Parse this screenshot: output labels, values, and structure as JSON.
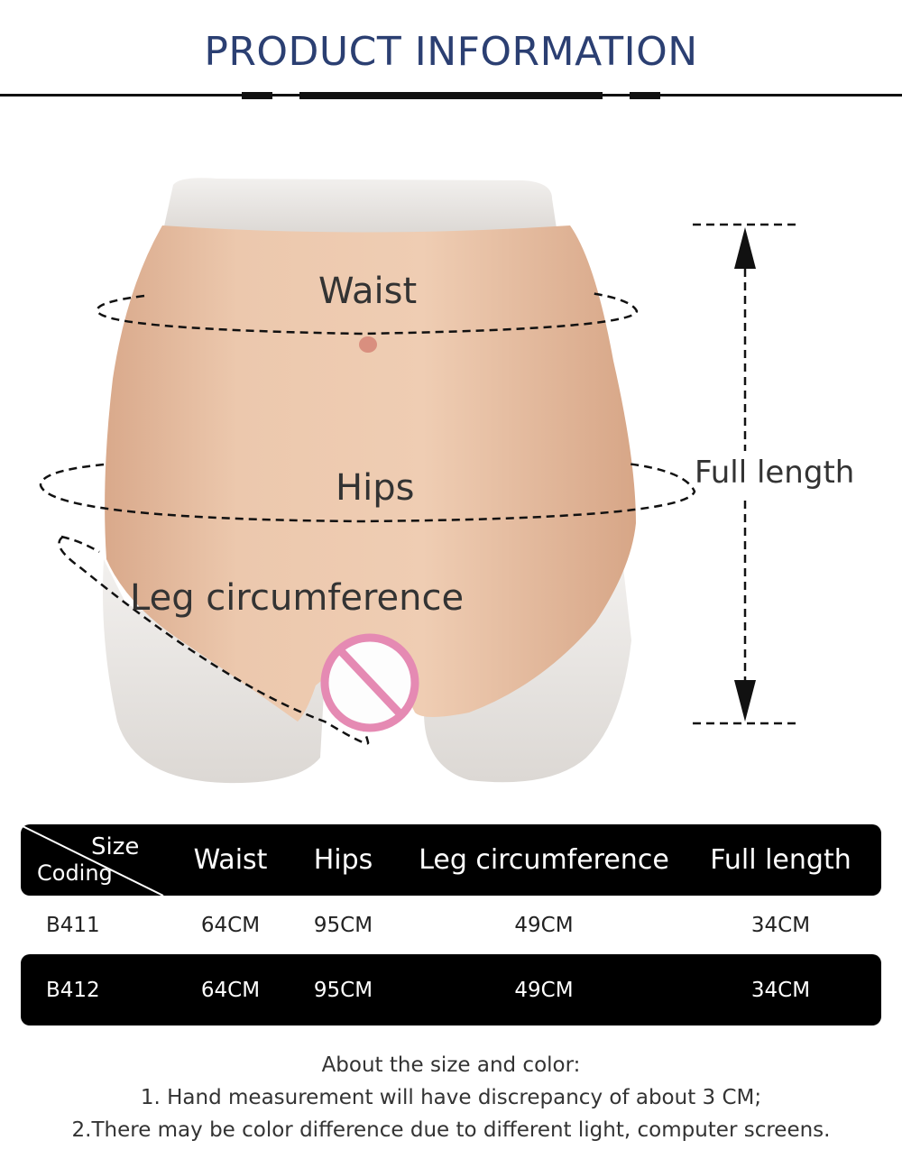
{
  "header": {
    "title": "PRODUCT INFORMATION"
  },
  "figure": {
    "labels": {
      "waist": "Waist",
      "hips": "Hips",
      "leg": "Leg circumference",
      "full_length": "Full length"
    },
    "colors": {
      "skin": "#e9c4a8",
      "mannequin": "#ebe8e4",
      "dash": "#111111",
      "prohibit": "#e58ab3"
    },
    "icons": [
      "prohibited-icon",
      "arrow-up-icon",
      "arrow-down-icon"
    ]
  },
  "table": {
    "corner_top": "Size",
    "corner_bottom": "Coding",
    "headers": [
      "Waist",
      "Hips",
      "Leg circumference",
      "Full length"
    ],
    "rows": [
      [
        "B411",
        "64CM",
        "95CM",
        "49CM",
        "34CM"
      ],
      [
        "B412",
        "64CM",
        "95CM",
        "49CM",
        "34CM"
      ]
    ]
  },
  "notes": [
    "About the size and color:",
    "1. Hand measurement will have discrepancy of about 3 CM;",
    "2.There may be color difference due to different light, computer screens."
  ]
}
